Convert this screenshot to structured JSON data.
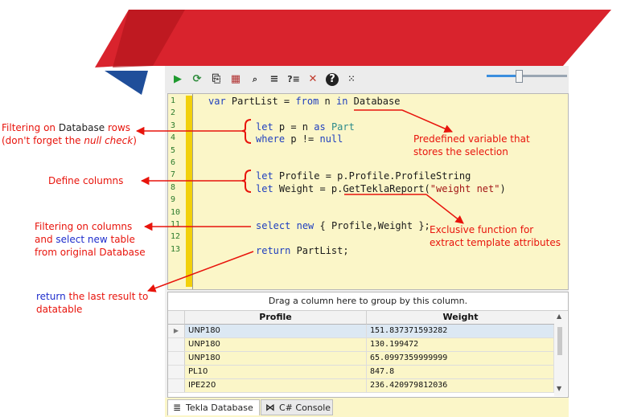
{
  "colors": {
    "accent_red": "#e8140c",
    "banner_red": "#d9232d",
    "banner_blue": "#1f4e9a",
    "editor_bg": "#fbf6c8"
  },
  "toolbar": {
    "icons": [
      "run-icon",
      "refresh-icon",
      "paste-icon",
      "table-icon",
      "find-icon",
      "format-icon",
      "comment-icon",
      "clear-icon",
      "help-icon",
      "settings-icon"
    ],
    "zoom_level": 0.4
  },
  "editor": {
    "line_numbers": [
      "1",
      "2",
      "3",
      "4",
      "5",
      "6",
      "7",
      "8",
      "9",
      "10",
      "11",
      "12",
      "13"
    ],
    "lines": {
      "l1": {
        "kw1": "var",
        "t1": " PartList = ",
        "kw2": "from",
        "t2": " n ",
        "kw3": "in",
        "t3": " Database"
      },
      "l3": {
        "kw1": "let",
        "t1": " p = n ",
        "kw2": "as",
        "tp": " Part"
      },
      "l4": {
        "kw1": "where",
        "t1": " p != ",
        "kw2": "null"
      },
      "l7": {
        "kw1": "let",
        "t1": " Profile = p.Profile.ProfileString"
      },
      "l8": {
        "kw1": "let",
        "t1": " Weight = p.GetTeklaReport(",
        "st": "\"weight net\"",
        "t2": ")"
      },
      "l11": {
        "kw1": "select",
        "t1": " ",
        "kw2": "new",
        "t2": " { Profile,Weight };"
      },
      "l13": {
        "kw1": "return",
        "t1": " PartList;"
      }
    }
  },
  "grid": {
    "group_hint": "Drag a column here to group by this column.",
    "columns": [
      "Profile",
      "Weight"
    ],
    "selected_indicator": "▶",
    "rows": [
      {
        "profile": "UNP180",
        "weight": "151.837371593282"
      },
      {
        "profile": "UNP180",
        "weight": "130.199472"
      },
      {
        "profile": "UNP180",
        "weight": "65.0997359999999"
      },
      {
        "profile": "PL10",
        "weight": "847.8"
      },
      {
        "profile": "IPE220",
        "weight": "236.420979812036"
      }
    ]
  },
  "tabs": [
    {
      "label": "Tekla Database",
      "icon": "database-icon"
    },
    {
      "label": "C# Console",
      "icon": "visual-studio-icon"
    }
  ],
  "annotations": {
    "filter_rows": {
      "a": "Filtering on ",
      "b": "Database",
      "c": " rows",
      "line2a": "(don't forget the ",
      "line2b": "null check",
      "line2c": ")"
    },
    "define_columns": "Define columns",
    "filter_columns": {
      "line1": "Filtering on columns",
      "line2a": "and ",
      "line2b": "select new",
      "line2c": " table",
      "line3": "from original Database"
    },
    "return_result": {
      "line1a": "return",
      "line1b": " the last result to",
      "line2": "datatable"
    },
    "predefined": {
      "line1": "Predefined variable that",
      "line2": "stores the selection"
    },
    "exclusive": {
      "line1": "Exclusive function for",
      "line2": "extract template attributes"
    }
  }
}
